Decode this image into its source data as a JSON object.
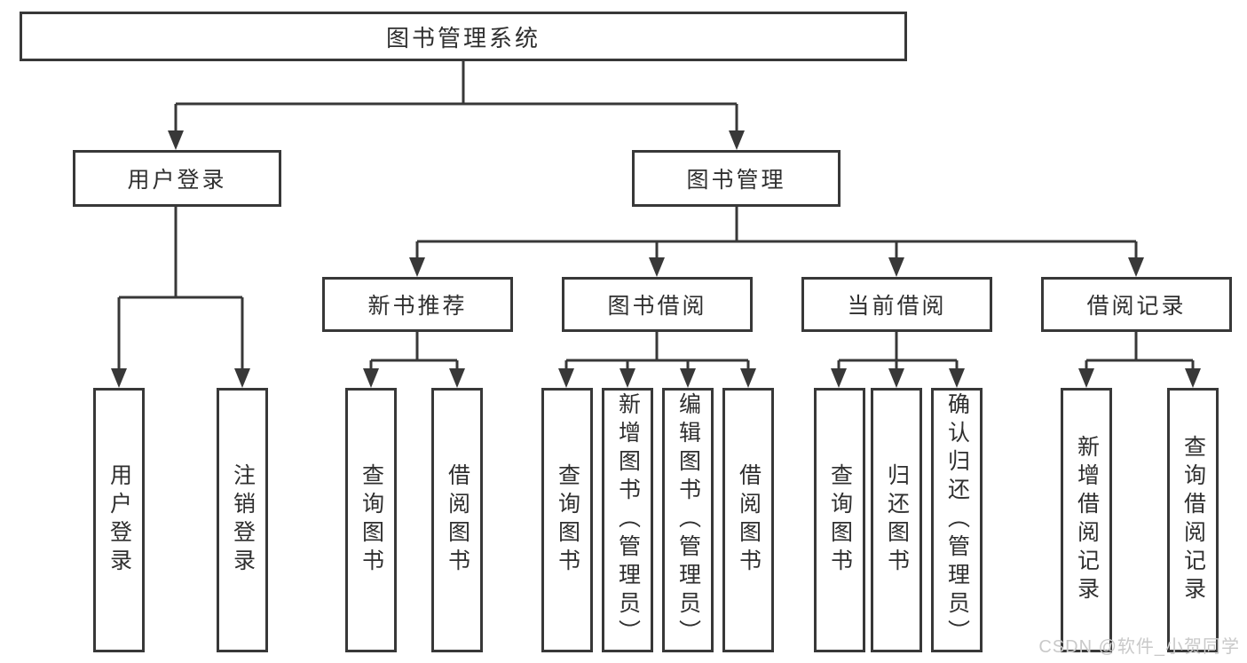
{
  "tree": {
    "root": {
      "label": "图书管理系统"
    },
    "level2": [
      {
        "label": "用户登录",
        "children": [
          {
            "label": "用户登录"
          },
          {
            "label": "注销登录"
          }
        ]
      },
      {
        "label": "图书管理",
        "children": [
          {
            "label": "新书推荐",
            "children": [
              {
                "label": "查询图书"
              },
              {
                "label": "借阅图书"
              }
            ]
          },
          {
            "label": "图书借阅",
            "children": [
              {
                "label": "查询图书"
              },
              {
                "label": "新增图书（管理员）"
              },
              {
                "label": "编辑图书（管理员）"
              },
              {
                "label": "借阅图书"
              }
            ]
          },
          {
            "label": "当前借阅",
            "children": [
              {
                "label": "查询图书"
              },
              {
                "label": "归还图书"
              },
              {
                "label": "确认归还（管理员）"
              }
            ]
          },
          {
            "label": "借阅记录",
            "children": [
              {
                "label": "新增借阅记录"
              },
              {
                "label": "查询借阅记录"
              }
            ]
          }
        ]
      }
    ]
  },
  "watermark": {
    "text": "CSDN @软件_小贺同学",
    "color": "#c9c9c9"
  },
  "colors": {
    "line": "#383838",
    "text": "#2f2f2f",
    "background": "#ffffff"
  }
}
